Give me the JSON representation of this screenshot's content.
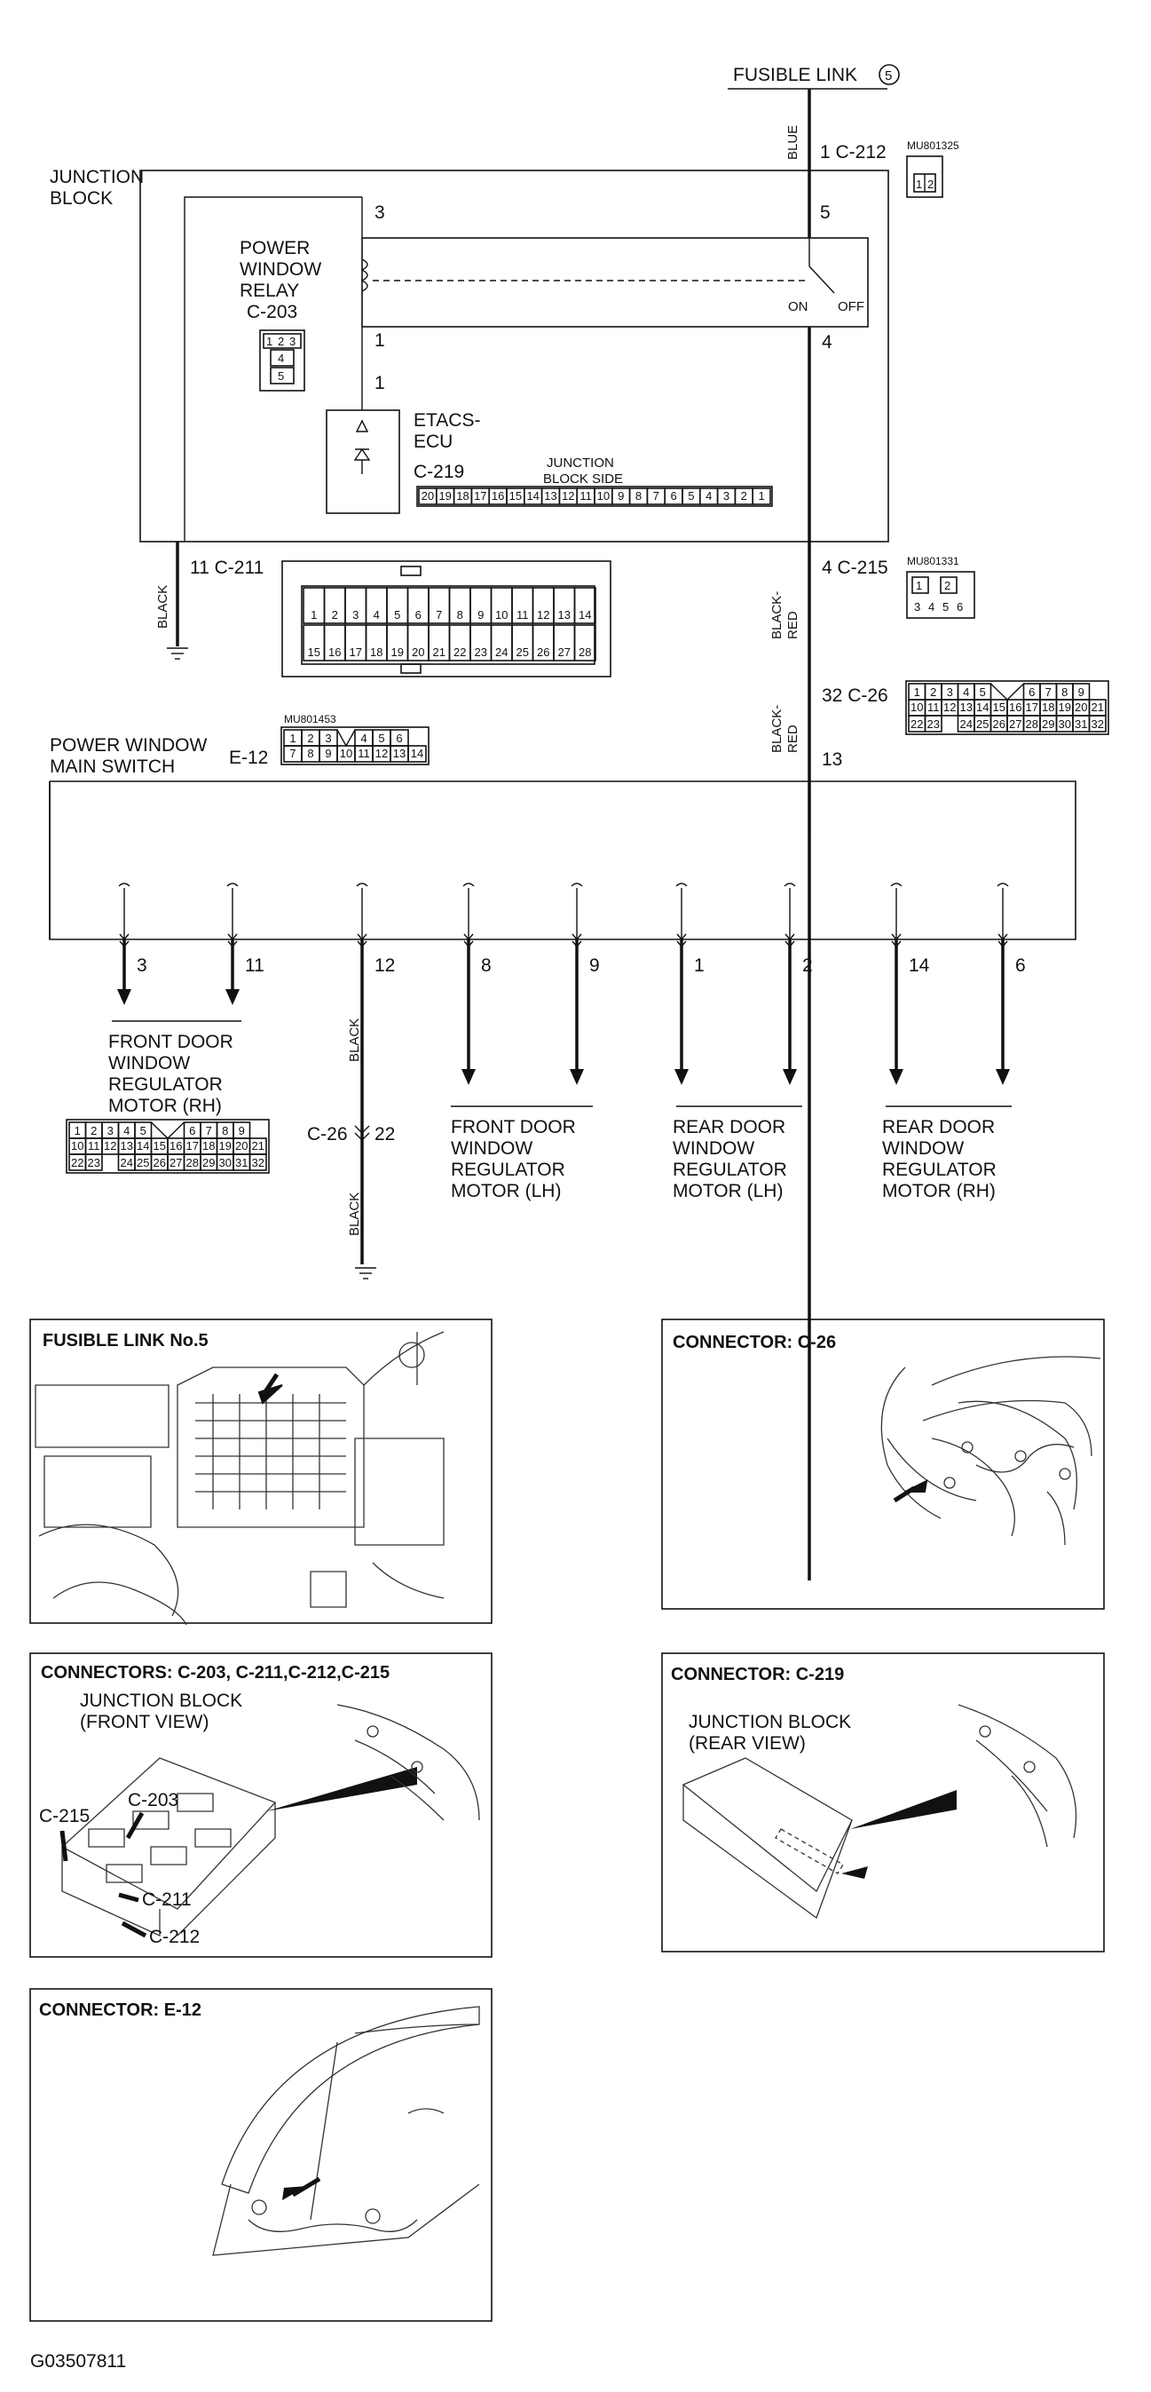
{
  "top": {
    "fusible_link": "FUSIBLE LINK",
    "fusible_link_num": "5",
    "blue": "BLUE",
    "pin1_c212": "1  C-212",
    "mu_c212": "MU801325",
    "c212_pins": [
      "1",
      "2"
    ]
  },
  "junction_block": {
    "label_l1": "JUNCTION",
    "label_l2": "BLOCK",
    "pin3": "3",
    "pin5": "5",
    "pin1a": "1",
    "pin1b": "1",
    "pin4": "4",
    "on": "ON",
    "off": "OFF",
    "relay_l1": "POWER",
    "relay_l2": "WINDOW",
    "relay_l3": "RELAY",
    "relay_l4": "C-203",
    "relay_pins": [
      "1",
      "2",
      "3",
      "4",
      "5"
    ],
    "etacs_l1": "ETACS-",
    "etacs_l2": "ECU",
    "c219": "C-219",
    "jb_side_l1": "JUNCTION",
    "jb_side_l2": "BLOCK SIDE",
    "c219_pins": [
      "20",
      "19",
      "18",
      "17",
      "16",
      "15",
      "14",
      "13",
      "12",
      "11",
      "10",
      "9",
      "8",
      "7",
      "6",
      "5",
      "4",
      "3",
      "2",
      "1"
    ]
  },
  "left_ground": {
    "pin": "11  C-211",
    "wire": "BLACK"
  },
  "c211": {
    "row1": [
      "1",
      "2",
      "3",
      "4",
      "5",
      "6",
      "7",
      "8",
      "9",
      "10",
      "11",
      "12",
      "13",
      "14"
    ],
    "row2": [
      "15",
      "16",
      "17",
      "18",
      "19",
      "20",
      "21",
      "22",
      "23",
      "24",
      "25",
      "26",
      "27",
      "28"
    ]
  },
  "right_feed": {
    "pin_c215": "4  C-215",
    "mu_c215": "MU801331",
    "c215_pins": [
      "1",
      "2",
      "3",
      "4",
      "5",
      "6"
    ],
    "wire_a1": "BLACK-",
    "wire_a2": "RED",
    "pin_c26": "32  C-26",
    "wire_b1": "BLACK-",
    "wire_b2": "RED",
    "pin13": "13"
  },
  "c26": {
    "row1": [
      "1",
      "2",
      "3",
      "4",
      "5",
      "6",
      "7",
      "8",
      "9"
    ],
    "row2": [
      "10",
      "11",
      "12",
      "13",
      "14",
      "15",
      "16",
      "17",
      "18",
      "19",
      "20",
      "21"
    ],
    "row3": [
      "22",
      "23",
      "24",
      "25",
      "26",
      "27",
      "28",
      "29",
      "30",
      "31",
      "32"
    ]
  },
  "main_switch": {
    "label_l1": "POWER WINDOW",
    "label_l2": "MAIN SWITCH",
    "connector": "E-12",
    "mu_e12": "MU801453",
    "e12_row1": [
      "1",
      "2",
      "3",
      "4",
      "5",
      "6"
    ],
    "e12_row2": [
      "7",
      "8",
      "9",
      "10",
      "11",
      "12",
      "13",
      "14"
    ],
    "outputs": [
      "3",
      "11",
      "12",
      "8",
      "9",
      "1",
      "2",
      "14",
      "6"
    ]
  },
  "loads": {
    "front_rh": [
      "FRONT DOOR",
      "WINDOW",
      "REGULATOR",
      "MOTOR (RH)"
    ],
    "front_lh": [
      "FRONT DOOR",
      "WINDOW",
      "REGULATOR",
      "MOTOR (LH)"
    ],
    "rear_lh": [
      "REAR DOOR",
      "WINDOW",
      "REGULATOR",
      "MOTOR (LH)"
    ],
    "rear_rh": [
      "REAR DOOR",
      "WINDOW",
      "REGULATOR",
      "MOTOR (RH)"
    ]
  },
  "ground2": {
    "wire_upper": "BLACK",
    "c26": "C-26",
    "pin22": "22",
    "wire_lower": "BLACK"
  },
  "panels": {
    "fusible_link": "FUSIBLE LINK No.5",
    "c26": "CONNECTOR: C-26",
    "jb_title": "CONNECTORS: C-203, C-211,C-212,C-215",
    "jb_view_l1": "JUNCTION BLOCK",
    "jb_view_l2": "(FRONT VIEW)",
    "jb_c203": "C-203",
    "jb_c215": "C-215",
    "jb_c211": "C-211",
    "jb_c212": "C-212",
    "c219_title": "CONNECTOR: C-219",
    "c219_view_l1": "JUNCTION BLOCK",
    "c219_view_l2": "(REAR VIEW)",
    "e12_title": "CONNECTOR: E-12"
  },
  "figure_id": "G03507811"
}
